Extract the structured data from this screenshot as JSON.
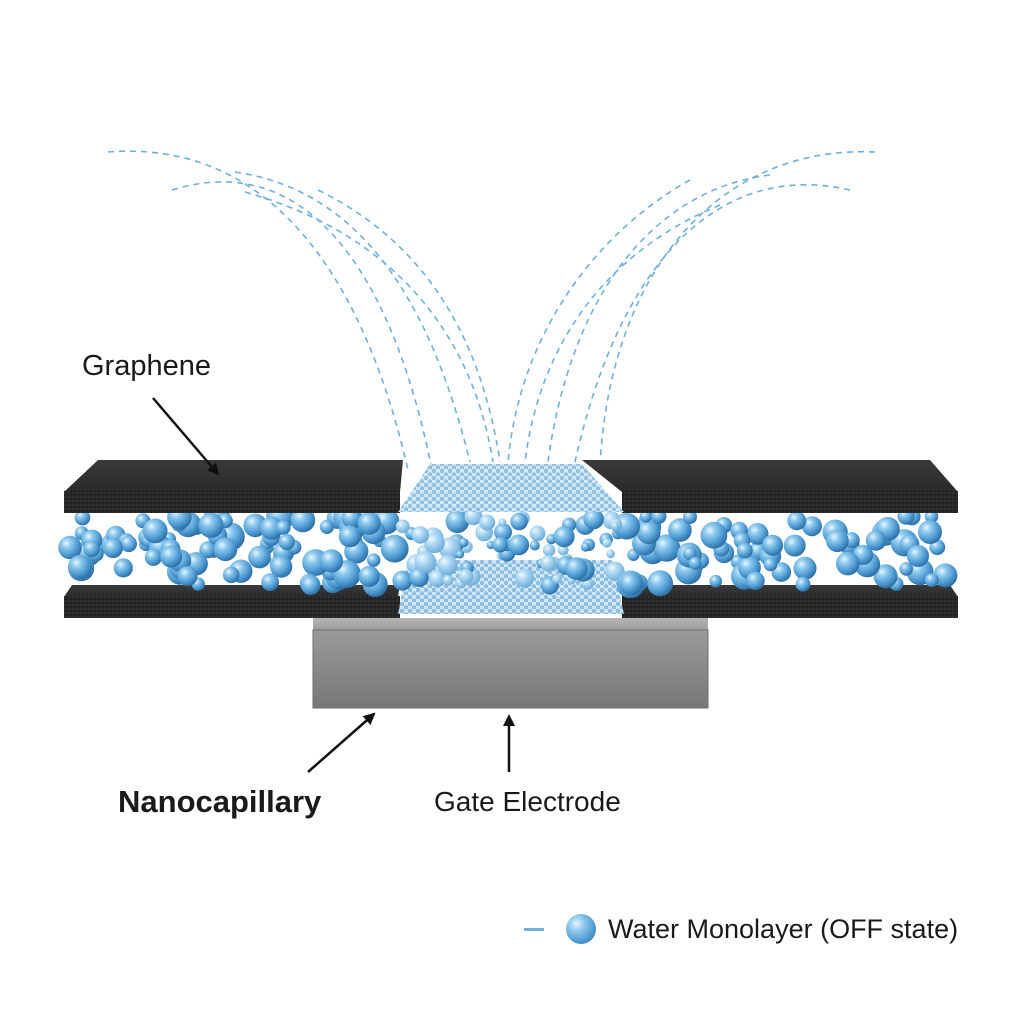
{
  "labels": {
    "graphene": "Graphene",
    "nanocapillary": "Nanocapillary",
    "gate_electrode": "Gate Electrode"
  },
  "legend": {
    "item_label": "Water Monolayer (OFF state)",
    "symbols": [
      "dash-line",
      "water-molecule-sphere"
    ]
  },
  "colors": {
    "graphene_sheet": "#2f2f2f",
    "water_molecule": "#5aa6dc",
    "field_line": "#6fb0d8",
    "gate_electrode": "#8a8a8a",
    "lattice_window": "#a8d2ee"
  }
}
